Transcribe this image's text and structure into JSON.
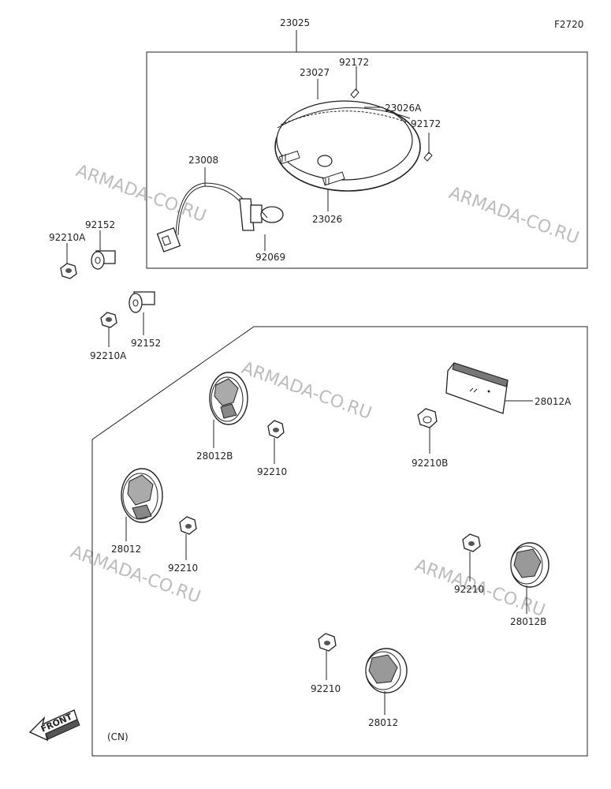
{
  "figure_code": "F2720",
  "region_label": "(CN)",
  "front_label": "FRONT",
  "watermark": "ARMADA-CO.RU",
  "parts": {
    "p23025": "23025",
    "p23027": "23027",
    "p92172_a": "92172",
    "p23026A": "23026A",
    "p92172_b": "92172",
    "p23008": "23008",
    "p23026": "23026",
    "p92069": "92069",
    "p92152_a": "92152",
    "p92210A_a": "92210A",
    "p92210A_b": "92210A",
    "p92152_b": "92152",
    "p28012A": "28012A",
    "p28012B_a": "28012B",
    "p92210_a": "92210",
    "p92210B": "92210B",
    "p28012_a": "28012",
    "p92210_b": "92210",
    "p92210_c": "92210",
    "p28012B_b": "28012B",
    "p92210_d": "92210",
    "p28012_b": "28012"
  }
}
